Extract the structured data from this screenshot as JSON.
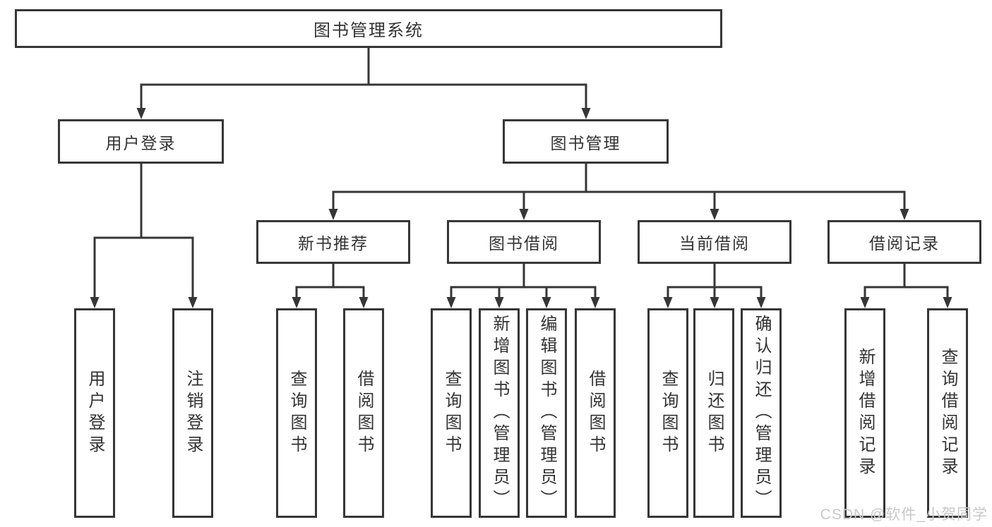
{
  "diagram": {
    "type": "hierarchy-diagram",
    "root": {
      "label": "图书管理系统"
    },
    "branches": [
      {
        "label": "用户登录",
        "children": [
          {
            "label": "用户登录"
          },
          {
            "label": "注销登录"
          }
        ]
      },
      {
        "label": "图书管理",
        "children": [
          {
            "label": "新书推荐",
            "children": [
              {
                "label": "查询图书"
              },
              {
                "label": "借阅图书"
              }
            ]
          },
          {
            "label": "图书借阅",
            "children": [
              {
                "label": "查询图书"
              },
              {
                "label": "新增图书（管理员）"
              },
              {
                "label": "编辑图书（管理员）"
              },
              {
                "label": "借阅图书"
              }
            ]
          },
          {
            "label": "当前借阅",
            "children": [
              {
                "label": "查询图书"
              },
              {
                "label": "归还图书"
              },
              {
                "label": "确认归还（管理员）"
              }
            ]
          },
          {
            "label": "借阅记录",
            "children": [
              {
                "label": "新增借阅记录"
              },
              {
                "label": "查询借阅记录"
              }
            ]
          }
        ]
      }
    ],
    "watermark": "CSDN @软件_小贺同学",
    "colors": {
      "line": "#363636",
      "box_border": "#363636",
      "text": "#333333",
      "background": "#ffffff",
      "watermark": "#c8c8c8"
    }
  }
}
